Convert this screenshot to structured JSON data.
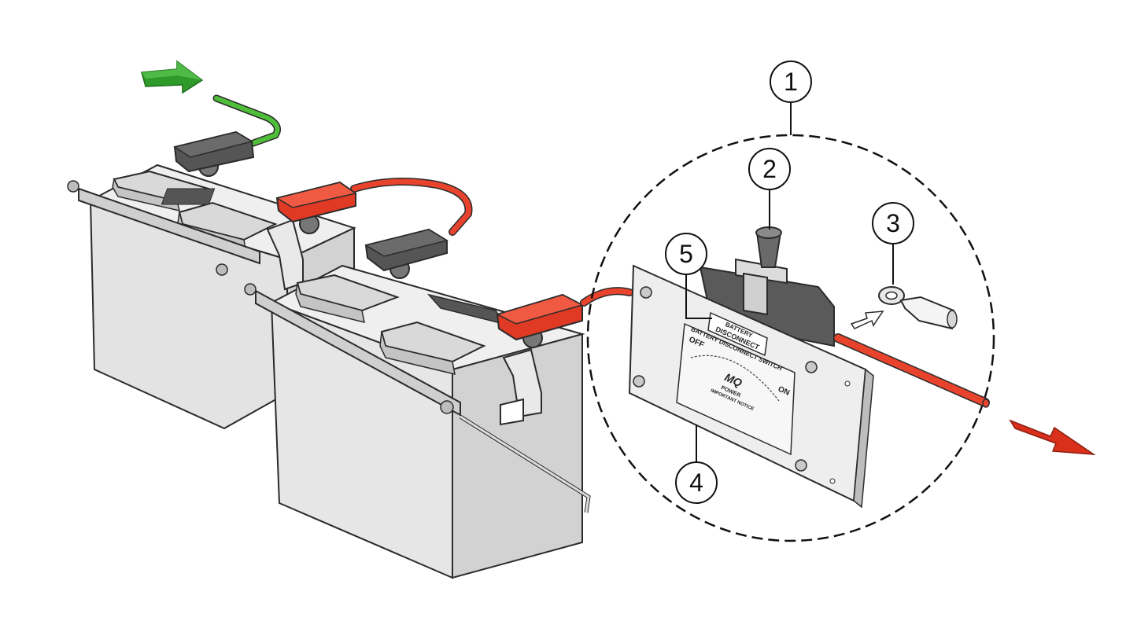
{
  "colors": {
    "battery_body": "#e6e6e6",
    "battery_shade": "#cfcfcf",
    "outline": "#2b2b2b",
    "positive_cable": "#e8432c",
    "negative_cable": "#4fbf3a",
    "terminal_cover_negative": "#555555",
    "terminal_cover_positive": "#e03a25",
    "arrow_in": "#2e9a2a",
    "arrow_out": "#d9301c",
    "plate": "#eeeeee"
  },
  "icons": {
    "arrow_in": "green-arrow-icon",
    "arrow_out": "red-arrow-icon",
    "insert_arrow": "insert-arrow-icon"
  },
  "callouts": [
    {
      "label": "1"
    },
    {
      "label": "2"
    },
    {
      "label": "3"
    },
    {
      "label": "4"
    },
    {
      "label": "5"
    }
  ],
  "switch_plate": {
    "tag_line1": "BATTERY",
    "tag_line2": "DISCONNECT",
    "title": "BATTERY DISCONNECT SWITCH",
    "off_label": "OFF",
    "on_label": "ON",
    "brand_mark": "MQ",
    "brand_name": "POWER",
    "notice": "IMPORTANT NOTICE"
  }
}
